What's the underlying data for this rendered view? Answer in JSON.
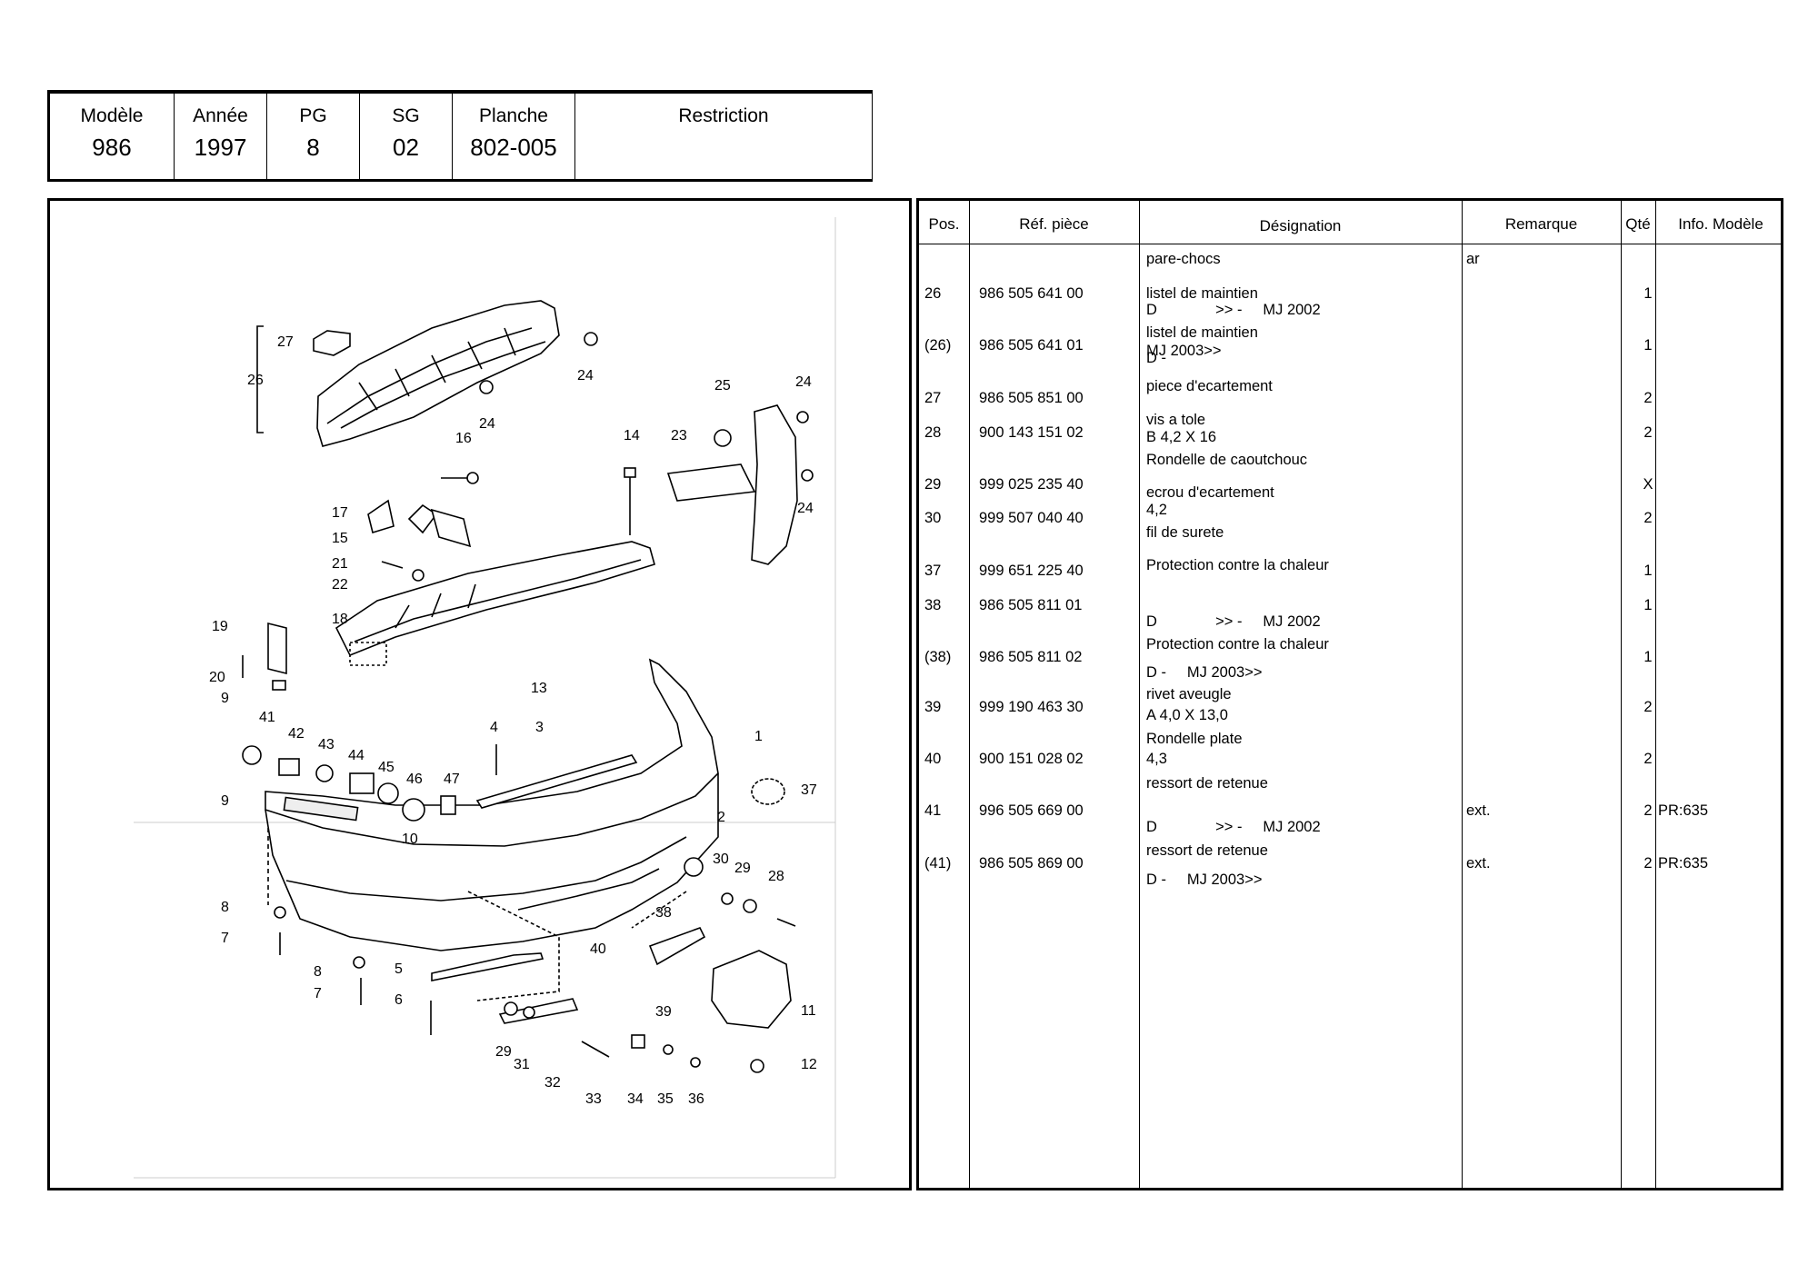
{
  "header": {
    "cells": [
      {
        "label": "Modèle",
        "value": "986"
      },
      {
        "label": "Année",
        "value": "1997"
      },
      {
        "label": "PG",
        "value": "8"
      },
      {
        "label": "SG",
        "value": "02"
      },
      {
        "label": "Planche",
        "value": "802-005"
      },
      {
        "label": "Restriction",
        "value": ""
      }
    ]
  },
  "diagram": {
    "callouts": [
      "1",
      "2",
      "3",
      "4",
      "5",
      "6",
      "7",
      "7",
      "8",
      "8",
      "9",
      "9",
      "10",
      "11",
      "12",
      "13",
      "14",
      "15",
      "16",
      "17",
      "18",
      "19",
      "20",
      "21",
      "22",
      "23",
      "24",
      "24",
      "24",
      "24",
      "25",
      "26",
      "27",
      "28",
      "29",
      "29",
      "30",
      "31",
      "32",
      "33",
      "34",
      "35",
      "36",
      "37",
      "38",
      "39",
      "40",
      "41",
      "42",
      "43",
      "44",
      "45",
      "46",
      "47"
    ]
  },
  "table": {
    "headers": {
      "pos": "Pos.",
      "ref": "Réf. pièce",
      "designation": "Désignation",
      "remarque": "Remarque",
      "qte": "Qté",
      "info": "Info. Modèle"
    },
    "group": {
      "designation": "pare-chocs",
      "remarque": "ar"
    },
    "rows": [
      {
        "pos": "26",
        "ref": "986 505 641 00",
        "designation": "listel de maintien",
        "detail": "D              >> -     MJ 2002",
        "remarque": "",
        "qte": "1",
        "info": ""
      },
      {
        "pos": "(26)",
        "ref": "986 505 641 01",
        "designation": "listel de maintien",
        "detail": "D -",
        "detail2": "MJ 2003>>",
        "remarque": "",
        "qte": "1",
        "info": ""
      },
      {
        "pos": "27",
        "ref": "986 505 851 00",
        "designation": "piece d'ecartement",
        "detail": "",
        "remarque": "",
        "qte": "2",
        "info": ""
      },
      {
        "pos": "28",
        "ref": "900 143 151 02",
        "designation": "vis a tole",
        "detail": "B 4,2 X 16",
        "remarque": "",
        "qte": "2",
        "info": ""
      },
      {
        "pos": "29",
        "ref": "999 025 235 40",
        "designation": "Rondelle de caoutchouc",
        "detail": "",
        "remarque": "",
        "qte": "X",
        "info": ""
      },
      {
        "pos": "30",
        "ref": "999 507 040 40",
        "designation": "ecrou d'ecartement",
        "detail": "4,2",
        "remarque": "",
        "qte": "2",
        "info": ""
      },
      {
        "pos": "37",
        "ref": "999 651 225 40",
        "designation": "fil de surete",
        "detail": "",
        "remarque": "",
        "qte": "1",
        "info": ""
      },
      {
        "pos": "38",
        "ref": "986 505 811 01",
        "designation": "Protection contre la chaleur",
        "detail": "D              >> -     MJ 2002",
        "remarque": "",
        "qte": "1",
        "info": ""
      },
      {
        "pos": "(38)",
        "ref": "986 505 811 02",
        "designation": "Protection contre la chaleur",
        "detail": "D -     MJ 2003>>",
        "remarque": "",
        "qte": "1",
        "info": ""
      },
      {
        "pos": "39",
        "ref": "999 190 463 30",
        "designation": "rivet aveugle",
        "detail": "A 4,0 X 13,0",
        "remarque": "",
        "qte": "2",
        "info": ""
      },
      {
        "pos": "40",
        "ref": "900 151 028 02",
        "designation": "Rondelle plate",
        "detail": "4,3",
        "remarque": "",
        "qte": "2",
        "info": ""
      },
      {
        "pos": "41",
        "ref": "996 505 669 00",
        "designation": "ressort de retenue",
        "detail": "D              >> -     MJ 2002",
        "remarque": "ext.",
        "qte": "2",
        "info": "PR:635"
      },
      {
        "pos": "(41)",
        "ref": "986 505 869 00",
        "designation": "ressort de retenue",
        "detail": "D -     MJ 2003>>",
        "remarque": "ext.",
        "qte": "2",
        "info": "PR:635"
      }
    ]
  }
}
